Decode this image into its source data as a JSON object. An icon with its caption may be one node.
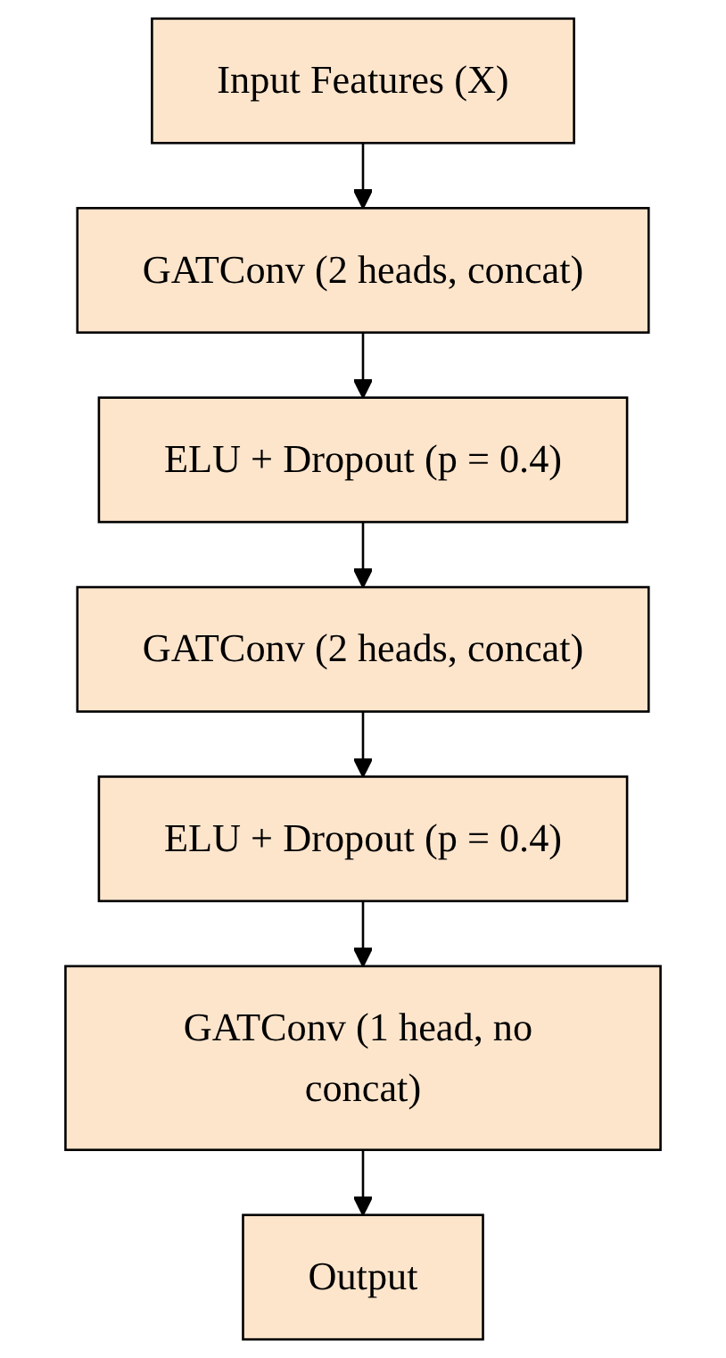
{
  "diagram": {
    "nodes": [
      {
        "text": [
          "Input Features (X)"
        ]
      },
      {
        "text": [
          "GATConv (2 heads, concat)"
        ]
      },
      {
        "text": [
          "ELU + Dropout (p = 0.4)"
        ]
      },
      {
        "text": [
          "GATConv (2 heads, concat)"
        ]
      },
      {
        "text": [
          "ELU + Dropout (p = 0.4)"
        ]
      },
      {
        "text": [
          "GATConv (1 head, no concat)"
        ]
      },
      {
        "text": [
          "Output"
        ]
      }
    ],
    "edges": [
      {
        "from": 0,
        "to": 1,
        "arrow": "to"
      },
      {
        "from": 1,
        "to": 2,
        "arrow": "to"
      },
      {
        "from": 2,
        "to": 3,
        "arrow": "to"
      },
      {
        "from": 3,
        "to": 4,
        "arrow": "to"
      },
      {
        "from": 4,
        "to": 5,
        "arrow": "to"
      },
      {
        "from": 5,
        "to": 6,
        "arrow": "to"
      }
    ]
  }
}
